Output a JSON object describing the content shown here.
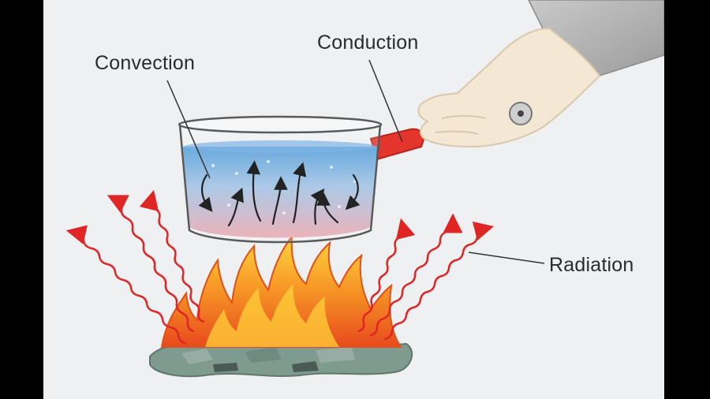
{
  "labels": {
    "convection": "Convection",
    "conduction": "Conduction",
    "radiation": "Radiation"
  },
  "colors": {
    "background": "#eef0f1",
    "letterbox": "#000000",
    "label_text": "#2b2b2b",
    "radiation_wave": "#e02525",
    "water_top": "#5aa3dd",
    "water_bottom": "#e5a3ad",
    "flame_outer": "#f26b21",
    "flame_inner": "#ffd23a",
    "coals": "#7f9a8f",
    "pan_handle": "#e3352c",
    "hand": "#f4e8d4"
  },
  "icons": [
    "pan",
    "water",
    "convection-current-arrows",
    "flame",
    "coals",
    "hand",
    "radiation-waves",
    "pointer-lines"
  ]
}
